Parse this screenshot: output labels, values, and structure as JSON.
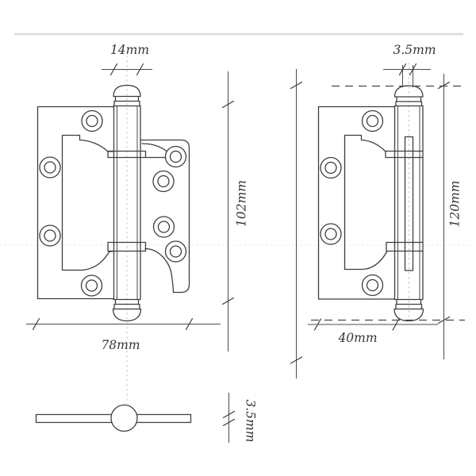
{
  "drawing": {
    "dimensions": {
      "knuckle_width": "14mm",
      "pin_diameter": "3.5mm",
      "leaf_height": "102mm",
      "overall_height": "120mm",
      "overall_width": "78mm",
      "leaf_width": "40mm",
      "leaf_thickness": "3.5mm"
    },
    "colors": {
      "line": "#3e3e3e",
      "dimension": "#4b4b4b",
      "centerline": "#c4c4c4",
      "separator": "#dbdbdb",
      "background": "#ffffff"
    }
  }
}
